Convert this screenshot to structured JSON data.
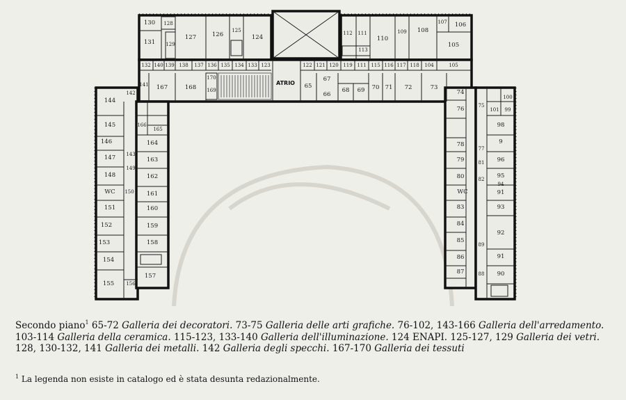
{
  "caption": {
    "lead": "Secondo piano",
    "lead_mark": "1",
    "parts": [
      {
        "range": " 65-72 ",
        "name": "Galleria dei decoratori."
      },
      {
        "range": " 73-75 ",
        "name": "Galleria delle arti grafiche."
      },
      {
        "range": " 76-102, 143-166 ",
        "name": "Galleria dell'arredamento."
      },
      {
        "range": " 103-114 ",
        "name": "Galleria della ceramica."
      },
      {
        "range": " 115-123, 133-140 ",
        "name": "Galleria dell'illuminazione."
      },
      {
        "range": " 124 ENAPI. 125-127, 129 ",
        "name": "Galleria dei vetri."
      },
      {
        "range": " 128, 130-132, 141 ",
        "name": "Galleria dei metalli."
      },
      {
        "range": " 142 ",
        "name": "Galleria degli specchi."
      },
      {
        "range": " 167-170 ",
        "name": "Galleria dei tessuti"
      }
    ]
  },
  "footnote": {
    "mark": "1",
    "text": "La legenda non esiste in catalogo ed è stata desunta redazionalmente."
  },
  "plan": {
    "atrio_label": "ATRIO",
    "rooms": {
      "r130": "130",
      "r128": "128",
      "r131": "131",
      "r129": "129",
      "r127": "127",
      "r126": "126",
      "r125": "125",
      "r124": "124",
      "r112": "112",
      "r111a": "111",
      "r113": "113",
      "r110": "110",
      "r109": "109",
      "r108": "108",
      "r107": "107",
      "r106": "106",
      "r105a": "105",
      "r132": "132",
      "r140": "140",
      "r139": "139",
      "r138": "138",
      "r137": "137",
      "r136": "136",
      "r135": "135",
      "r134": "134",
      "r133": "133",
      "r123": "123",
      "r122": "122",
      "r121": "121",
      "r120": "120",
      "r119": "119",
      "r111b": "111",
      "r115": "115",
      "r116": "116",
      "r117": "117",
      "r118": "118",
      "r104": "104",
      "r105b": "105",
      "r141": "141",
      "r167": "167",
      "r168": "168",
      "r170": "170",
      "r169": "169",
      "r65": "65",
      "r67": "67",
      "r66": "66",
      "r68": "68",
      "r69": "69",
      "r70": "70",
      "r71": "71",
      "r72": "72",
      "r73": "73",
      "r142": "142",
      "r144": "144",
      "r145": "145",
      "r146": "146",
      "r147": "147",
      "r148": "148",
      "rwc1": "WC",
      "r151": "151",
      "r152": "152",
      "r153": "153",
      "r154": "154",
      "r155": "155",
      "r156": "156",
      "r143": "143",
      "r149": "149",
      "r150": "150",
      "r166": "166",
      "r165": "165",
      "r164": "164",
      "r163": "163",
      "r162": "162",
      "r161": "161",
      "r160": "160",
      "r159": "159",
      "r158": "158",
      "r157": "157",
      "r74": "74",
      "r76": "76",
      "r78": "78",
      "r79": "79",
      "r80": "80",
      "rwc2": "WC",
      "r83": "83",
      "r84": "84",
      "r85": "85",
      "r86": "86",
      "r87": "87",
      "r75": "75",
      "r77": "77",
      "r81": "81",
      "r82": "82",
      "r89": "89",
      "r88": "88",
      "r100": "100",
      "r101": "101",
      "r99": "99",
      "r98": "98",
      "r97": "9",
      "r96": "96",
      "r95": "95",
      "r94": "94",
      "r91a": "91",
      "r93": "93",
      "r92": "92",
      "r91b": "91",
      "r90": "90"
    }
  }
}
